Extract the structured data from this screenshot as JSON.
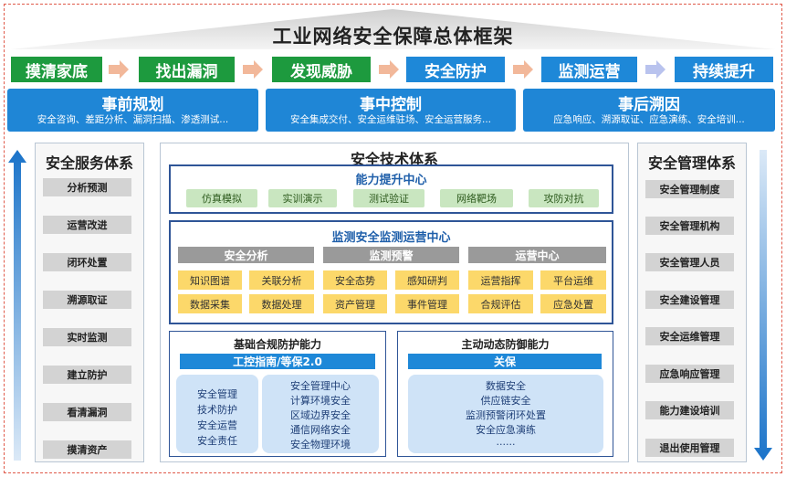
{
  "title": "工业网络安全保障总体框架",
  "steps": [
    "摸清家底",
    "找出漏洞",
    "发现威胁",
    "安全防护",
    "监测运营",
    "持续提升"
  ],
  "phases": [
    {
      "title": "事前规划",
      "sub": "安全咨询、差距分析、漏洞扫描、渗透测试..."
    },
    {
      "title": "事中控制",
      "sub": "安全集成交付、安全运维驻场、安全运营服务..."
    },
    {
      "title": "事后溯因",
      "sub": "应急响应、溯源取证、应急演练、安全培训..."
    }
  ],
  "left_panel": {
    "title": "安全服务体系",
    "items": [
      "分析预测",
      "运营改进",
      "闭环处置",
      "溯源取证",
      "实时监测",
      "建立防护",
      "看清漏洞",
      "摸清资产"
    ]
  },
  "right_panel": {
    "title": "安全管理体系",
    "items": [
      "安全管理制度",
      "安全管理机构",
      "安全管理人员",
      "安全建设管理",
      "安全运维管理",
      "应急响应管理",
      "能力建设培训",
      "退出使用管理"
    ]
  },
  "center": {
    "title": "安全技术体系",
    "capability": {
      "title": "能力提升中心",
      "items": [
        "仿真模拟",
        "实训演示",
        "测试验证",
        "网络靶场",
        "攻防对抗"
      ]
    },
    "monitor": {
      "title": "监测安全监测运营中心",
      "groups": [
        {
          "name": "安全分析",
          "items": [
            "知识图谱",
            "关联分析",
            "数据采集",
            "数据处理"
          ]
        },
        {
          "name": "监测预警",
          "items": [
            "安全态势",
            "感知研判",
            "资产管理",
            "事件管理"
          ]
        },
        {
          "name": "运营中心",
          "items": [
            "运营指挥",
            "平台运维",
            "合规评估",
            "应急处置"
          ]
        }
      ]
    },
    "basic": {
      "title": "基础合规防护能力",
      "bar": "工控指南/等保2.0",
      "left_items": [
        "安全管理",
        "技术防护",
        "安全运营",
        "安全责任"
      ],
      "right_items": [
        "安全管理中心",
        "计算环境安全",
        "区域边界安全",
        "通信网络安全",
        "安全物理环境"
      ]
    },
    "active": {
      "title": "主动动态防御能力",
      "bar": "关保",
      "items": [
        "数据安全",
        "供应链安全",
        "监测预警闭环处置",
        "安全应急演练",
        "......"
      ]
    }
  },
  "colors": {
    "green": "#1d9a3e",
    "blue": "#1e88d8",
    "border": "#2f5597",
    "yellow": "#fcd86a",
    "lightgreen": "#c9e6c0",
    "lightblue": "#cfe3f7"
  }
}
